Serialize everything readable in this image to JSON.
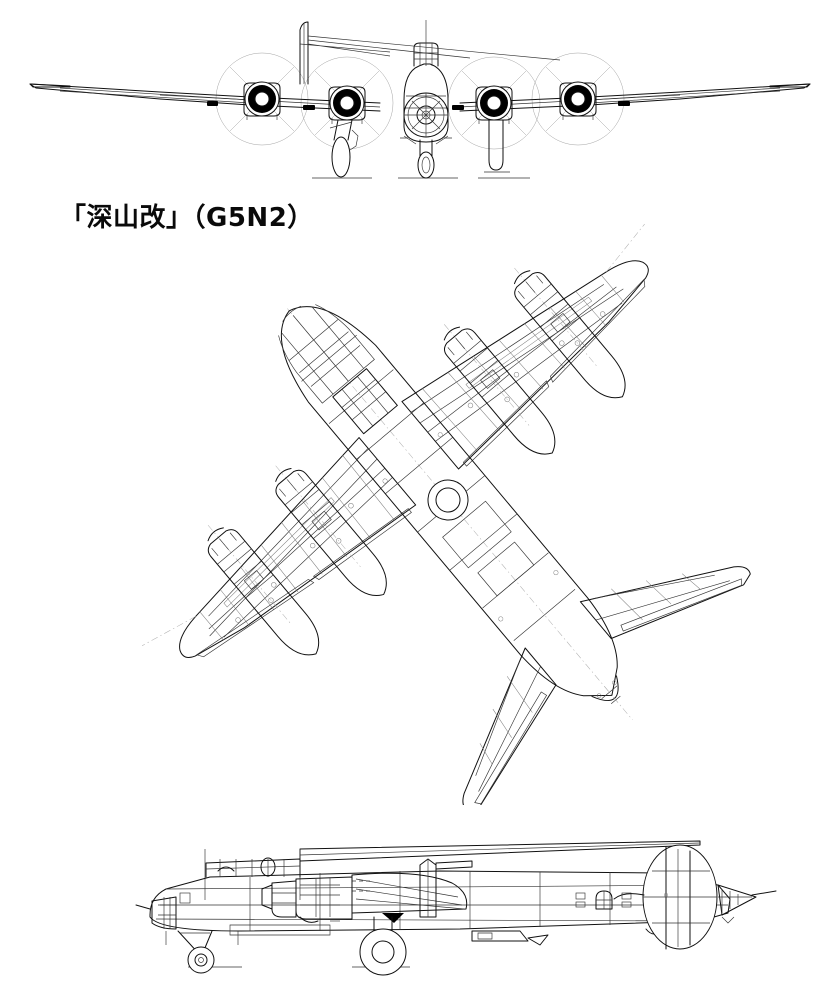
{
  "document": {
    "kind": "three-view aircraft line drawing",
    "background_color": "#ffffff",
    "line_color": "#111111",
    "caption": "「深山改」（G5N2）",
    "caption_parts": {
      "name_japanese": "深山改",
      "designation": "G5N2",
      "open_bracket": "「",
      "close_bracket": "」"
    }
  },
  "views": [
    {
      "id": "front-view",
      "label": "front elevation",
      "position": "top",
      "features": [
        "four engine nacelles",
        "propeller discs",
        "nose turret",
        "cockpit canopy",
        "nose landing gear",
        "main landing gear",
        "dihedral wings",
        "vertical tail fin"
      ],
      "engine_count": 4,
      "propeller_count": 4
    },
    {
      "id": "plan-view",
      "label": "plan view",
      "position": "middle",
      "rotation_degrees": -40,
      "features": [
        "glazed nose",
        "cockpit canopy",
        "dorsal turret ring",
        "four engine nacelles",
        "wing ribs and panel lines",
        "ailerons",
        "flaps",
        "horizontal stabilizers",
        "elevators",
        "tail cone"
      ],
      "engine_count": 4
    },
    {
      "id": "side-view",
      "label": "side elevation",
      "position": "bottom",
      "features": [
        "glazed nose",
        "cockpit greenhouse glazing",
        "engine nacelle and cowling",
        "wing root fairing",
        "waist window",
        "oval vertical tail fin",
        "rudder",
        "tail gun position",
        "nose landing gear",
        "main landing gear",
        "ventral blister"
      ]
    }
  ]
}
